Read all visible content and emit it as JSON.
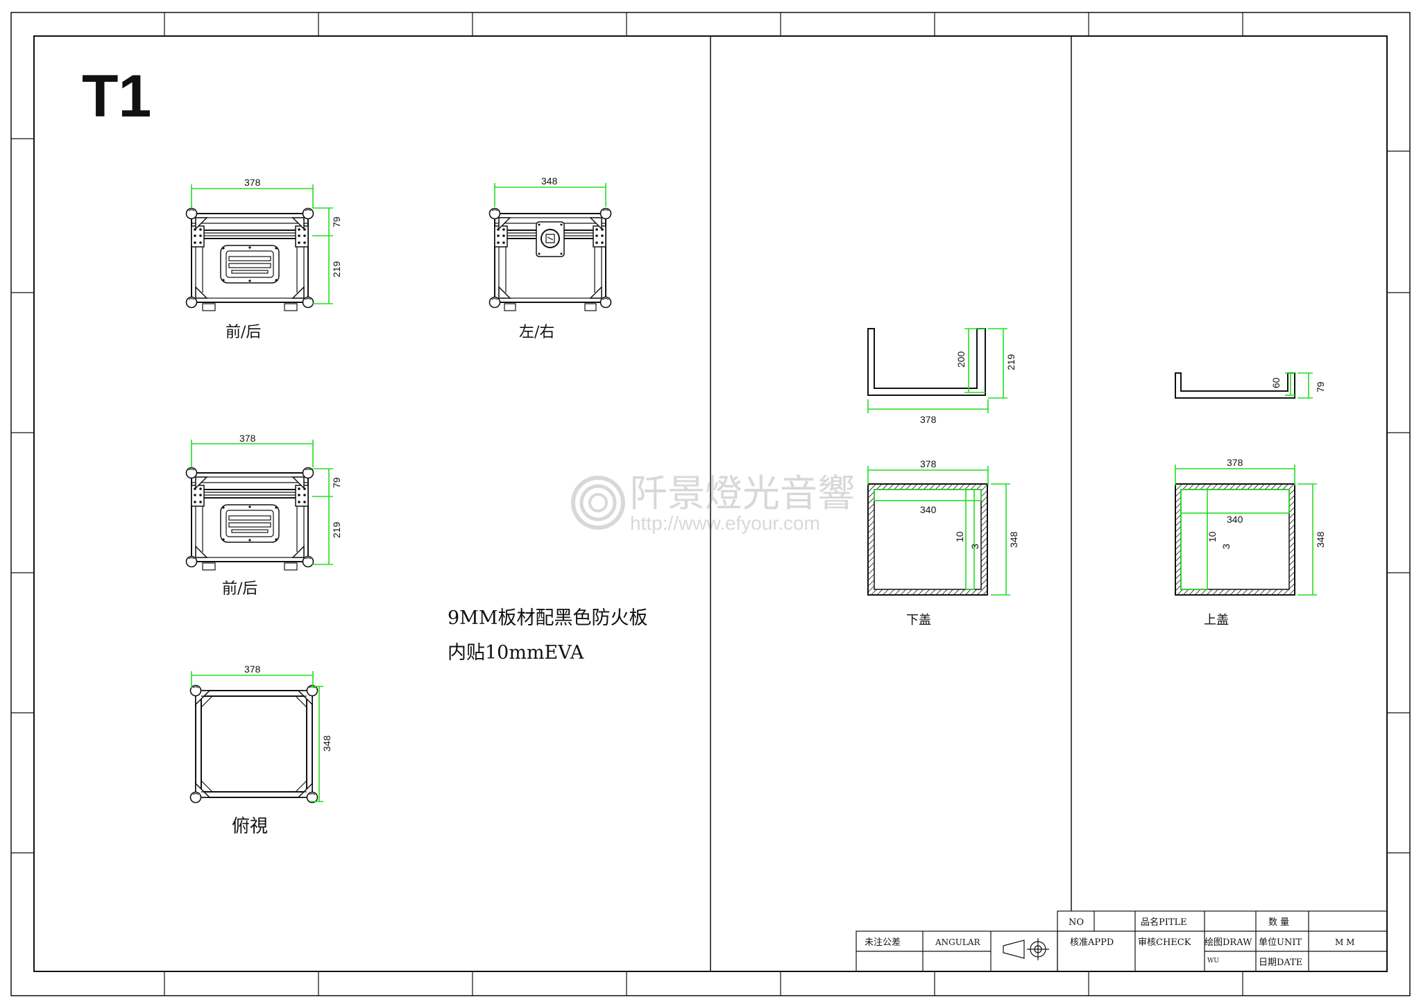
{
  "drawing": {
    "title": "T1",
    "note_line1": "9MM板材配黑色防火板",
    "note_line2": "内贴10mmEVA"
  },
  "views": {
    "front1": {
      "label": "前/后",
      "width": "378",
      "top_h": "79",
      "bottom_h": "219"
    },
    "side": {
      "label": "左/右",
      "width": "348"
    },
    "front2": {
      "label": "前/后",
      "width": "378",
      "top_h": "79",
      "bottom_h": "219"
    },
    "top": {
      "label": "俯視",
      "width": "378",
      "depth": "348"
    },
    "lower_profile": {
      "width": "378",
      "inner_h": "200",
      "outer_h": "219"
    },
    "lower_plan": {
      "label": "下盖",
      "width": "378",
      "inner_w": "340",
      "wall": "10",
      "gap": "3",
      "depth": "348"
    },
    "upper_profile": {
      "inner_h": "60",
      "outer_h": "79"
    },
    "upper_plan": {
      "label": "上盖",
      "width": "378",
      "inner_w": "340",
      "wall": "10",
      "gap": "3",
      "depth": "348"
    }
  },
  "watermark": {
    "name": "阡景燈光音響",
    "url": "http://www.efyour.com"
  },
  "title_block": {
    "no": "NO",
    "part_name": "品名PITLE",
    "quantity": "数 量",
    "tolerance": "未注公差",
    "angular": "ANGULAR",
    "approved": "核准APPD",
    "checked": "审核CHECK",
    "drawn": "绘图DRAW",
    "drawn_by": "WU",
    "unit_label": "单位UNIT",
    "unit_value": "M M",
    "date_label": "日期DATE"
  },
  "colors": {
    "dimension": "#22dd22",
    "line": "#111111"
  }
}
